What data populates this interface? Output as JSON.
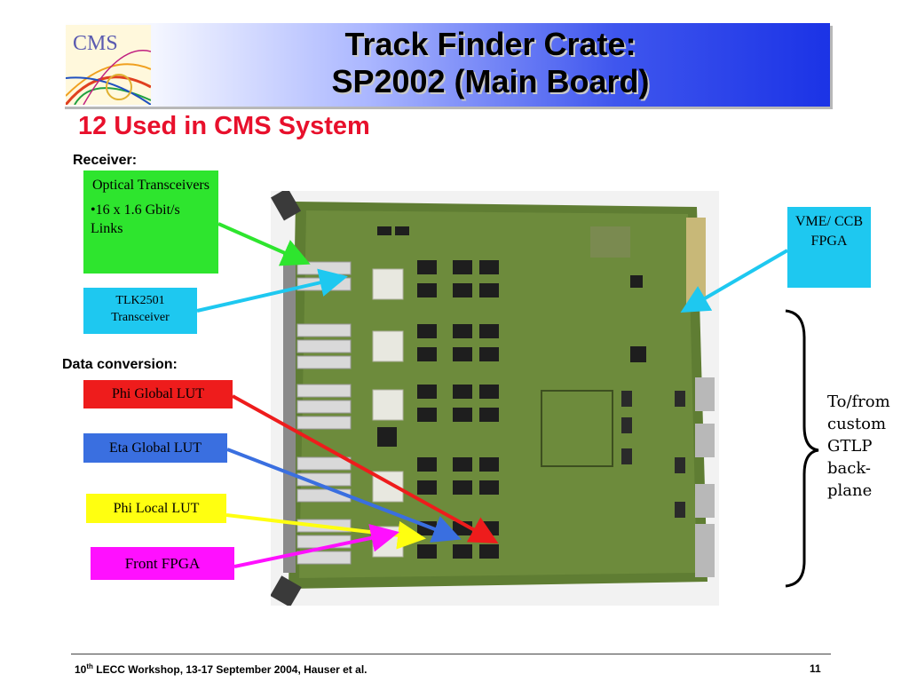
{
  "title": {
    "line1": "Track Finder Crate:",
    "line2": "SP2002 (Main Board)"
  },
  "logo": {
    "text": "CMS"
  },
  "subtitle": "12 Used in CMS System",
  "receiver": {
    "label": "Receiver:",
    "optical_box": {
      "title": "Optical Transceivers",
      "bullet": "•16 x 1.6 Gbit/s Links",
      "color": "#2ee52e"
    },
    "tlk_box": {
      "text": "TLK2501 Transceiver",
      "color": "#1ec8f0"
    }
  },
  "data_conversion": {
    "label": "Data conversion:",
    "boxes": [
      {
        "text": "Phi Global LUT",
        "color": "#ee1c1c",
        "arrow": "#ee1c1c"
      },
      {
        "text": "Eta Global LUT",
        "color": "#3a6fe0",
        "arrow": "#3a6fe0"
      },
      {
        "text": "Phi Local LUT",
        "color": "#ffff10",
        "arrow": "#ffff10"
      },
      {
        "text": "Front FPGA",
        "color": "#ff10ff",
        "arrow": "#ff10ff"
      }
    ]
  },
  "vme_box": {
    "text": "VME/ CCB FPGA",
    "color": "#1ec8f0"
  },
  "backplane_note": {
    "line1": "To/from",
    "line2": "custom",
    "line3": "GTLP",
    "line4": "back-",
    "line5": "plane"
  },
  "footer": {
    "ordinal": "10",
    "ordinal_suffix": "th",
    "text": " LECC Workshop, 13-17 September 2004, Hauser et al.",
    "page": "11"
  }
}
